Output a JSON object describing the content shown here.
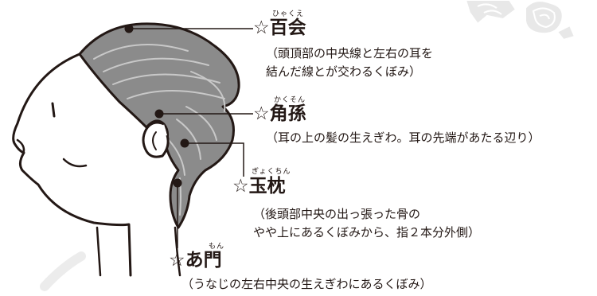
{
  "points": [
    {
      "id": "hyakue",
      "name": "百会",
      "reading": "ひゃくえ",
      "description": [
        "（頭頂部の中央線と左右の耳を",
        "結んだ線とが交わるくぼみ）"
      ]
    },
    {
      "id": "kakuson",
      "name": "角孫",
      "reading": "かくそん",
      "description": [
        "（耳の上の髪の生えぎわ。耳の先端があたる辺り）"
      ]
    },
    {
      "id": "gyokuchin",
      "name": "玉枕",
      "reading": "ぎょくちん",
      "description": [
        "（後頭部中央の出っ張った骨の",
        "やや上にあるくぼみから、指２本分外側）"
      ]
    },
    {
      "id": "amon",
      "name": "あ門",
      "reading": "もん",
      "description": [
        "（うなじの左右中央の生えぎわにあるくぼみ）"
      ]
    }
  ],
  "star_symbol": "☆",
  "colors": {
    "ink": "#231815",
    "decor": "#e6e6e6"
  }
}
